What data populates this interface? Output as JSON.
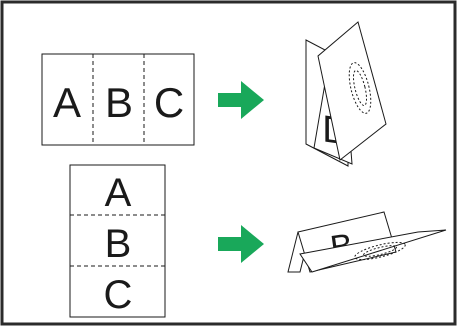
{
  "horizontal_sheet": {
    "panels": [
      "A",
      "B",
      "C"
    ]
  },
  "vertical_sheet": {
    "panels": [
      "A",
      "B",
      "C"
    ]
  },
  "folded_vertical": {
    "visible_letter": "D"
  },
  "folded_horizontal": {
    "visible_letter": "B"
  },
  "colors": {
    "border": "#2b2b2b",
    "arrow": "#19a85a",
    "paper": "#ffffff",
    "ink": "#1a1a1a"
  },
  "icons": {
    "arrow_top": "right-arrow-icon",
    "arrow_bottom": "right-arrow-icon"
  }
}
